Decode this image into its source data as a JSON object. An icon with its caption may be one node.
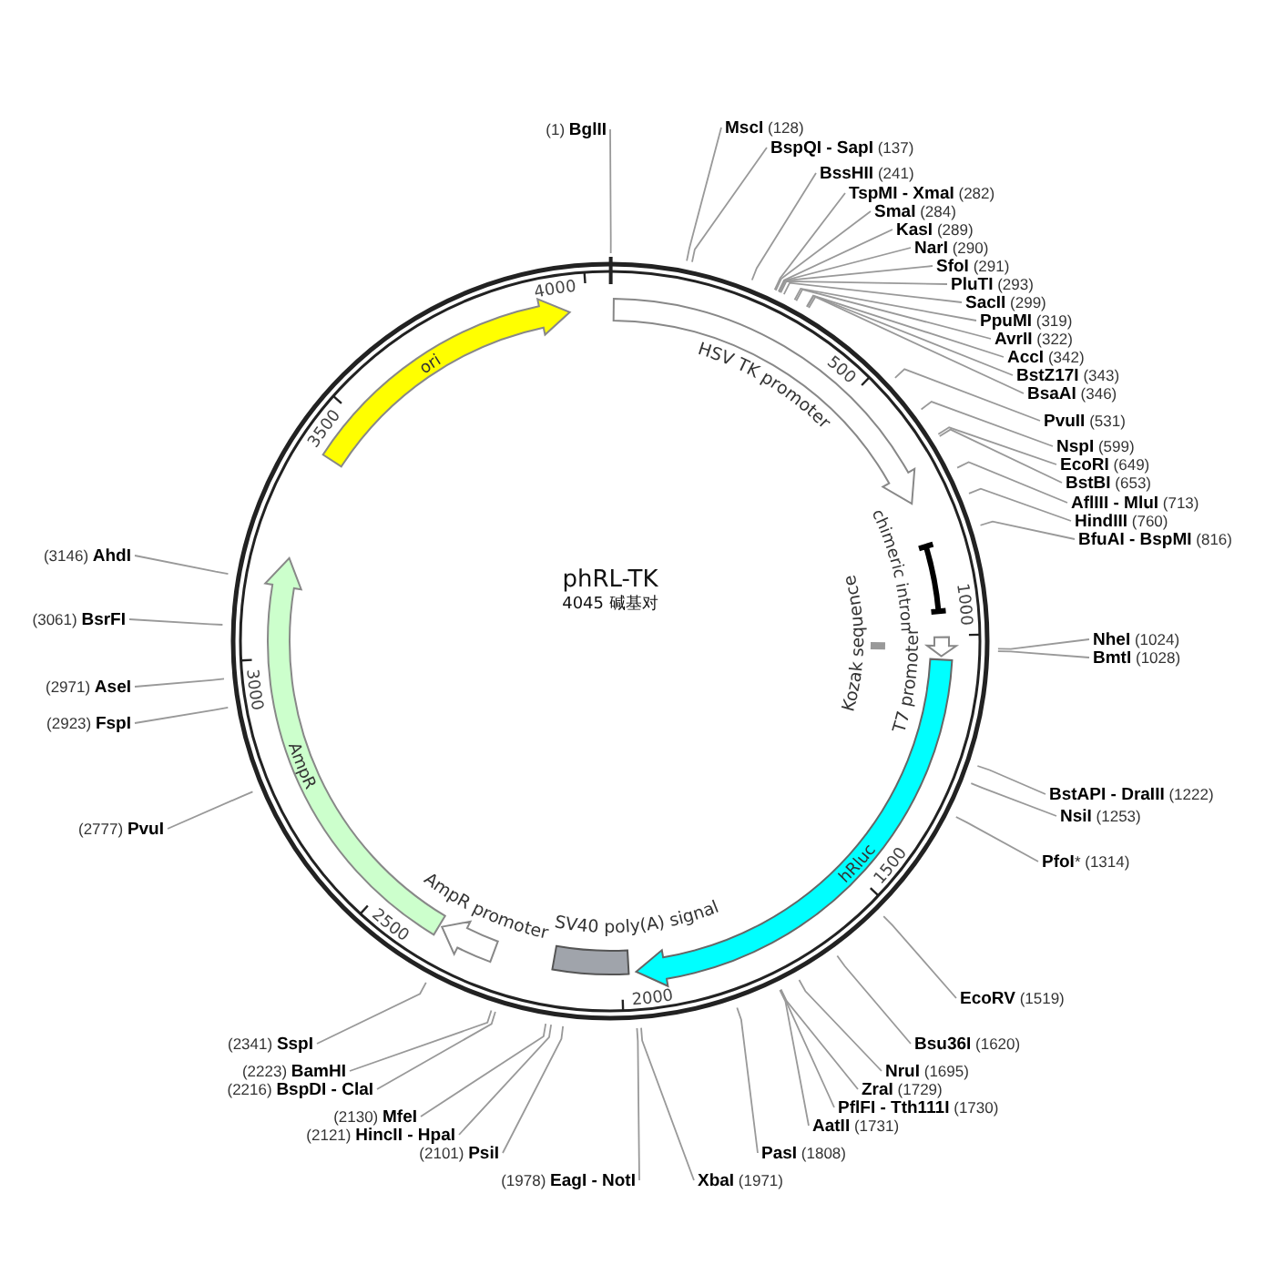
{
  "diagram": {
    "title": "phRL-TK",
    "nodes": [
      {
        "text": [
          "(1) **BglII**"
        ]
      },
      {
        "text": [
          "**MscI** (128)"
        ]
      },
      {
        "text": [
          "**BspQI - SapI** (137)"
        ]
      },
      {
        "text": [
          "**BssHII** (241)"
        ]
      },
      {
        "text": [
          "**TspMI - XmaI** (282)"
        ]
      },
      {
        "text": [
          "**SmaI** (284)"
        ]
      },
      {
        "text": [
          "**KasI** (289)"
        ]
      },
      {
        "text": [
          "**NarI** (290)"
        ]
      },
      {
        "text": [
          "**SfoI** (291)"
        ]
      },
      {
        "text": [
          "**PluTI** (293)"
        ]
      },
      {
        "text": [
          "**SacII** (299)"
        ]
      },
      {
        "text": [
          "**PpuMI** (319)"
        ]
      },
      {
        "text": [
          "**AvrII** (322)"
        ]
      },
      {
        "text": [
          "**AccI** (342)"
        ]
      },
      {
        "text": [
          "**BstZ17I** (343)"
        ]
      },
      {
        "text": [
          "**BsaAI** (346)"
        ]
      },
      {
        "text": [
          "**PvuII** (531)"
        ]
      },
      {
        "text": [
          "**NspI** (599)"
        ]
      },
      {
        "text": [
          "**EcoRI** (649)"
        ]
      },
      {
        "text": [
          "**BstBI** (653)"
        ]
      },
      {
        "text": [
          "**AflIII - MluI** (713)"
        ]
      },
      {
        "text": [
          "**HindIII** (760)"
        ]
      },
      {
        "text": [
          "**BfuAI - BspMI** (816)"
        ]
      },
      {
        "text": [
          "**NheI** (1024)"
        ]
      },
      {
        "text": [
          "**BmtI** (1028)"
        ]
      },
      {
        "text": [
          "**BstAPI - DraIII** (1222)"
        ]
      },
      {
        "text": [
          "**NsiI** (1253)"
        ]
      },
      {
        "text": [
          "**PfoI*** (1314)"
        ]
      },
      {
        "text": [
          "**EcoRV** (1519)"
        ]
      },
      {
        "text": [
          "**Bsu36I** (1620)"
        ]
      },
      {
        "text": [
          "**NruI** (1695)"
        ]
      },
      {
        "text": [
          "**ZraI** (1729)"
        ]
      },
      {
        "text": [
          "**PflFI - Tth111I** (1730)"
        ]
      },
      {
        "text": [
          "**AatII** (1731)"
        ]
      },
      {
        "text": [
          "**PasI** (1808)"
        ]
      },
      {
        "text": [
          "**XbaI** (1971)"
        ]
      },
      {
        "text": [
          "(1978) **EagI - NotI**"
        ]
      },
      {
        "text": [
          "(2101) **PsiI**"
        ]
      },
      {
        "text": [
          "(2121) **HincII - HpaI**"
        ]
      },
      {
        "text": [
          "(2130) **MfeI**"
        ]
      },
      {
        "text": [
          "(2216) **BspDI - ClaI**"
        ]
      },
      {
        "text": [
          "(2223) **BamHI**"
        ]
      },
      {
        "text": [
          "(2341) **SspI**"
        ]
      },
      {
        "text": [
          "(2777) **PvuI**"
        ]
      },
      {
        "text": [
          "(2923) **FspI**"
        ]
      },
      {
        "text": [
          "(2971) **AseI**"
        ]
      },
      {
        "text": [
          "(3061) **BsrFI**"
        ]
      },
      {
        "text": [
          "(3146) **AhdI**"
        ]
      },
      {
        "text": [
          "HSV TK promoter"
        ]
      },
      {
        "text": [
          "chimeric intron"
        ]
      },
      {
        "text": [
          "Kozak sequence"
        ]
      },
      {
        "text": [
          "T7 promoter"
        ]
      },
      {
        "text": [
          "hRluc"
        ]
      },
      {
        "text": [
          "SV40 poly(A) signal"
        ]
      },
      {
        "text": [
          "AmpR promoter"
        ]
      },
      {
        "text": [
          "AmpR"
        ]
      },
      {
        "text": [
          "ori"
        ]
      }
    ],
    "edges": [
      {
        "from": 0,
        "to": null,
        "arrow": "none"
      },
      {
        "from": 1,
        "to": null,
        "arrow": "none"
      },
      {
        "from": 2,
        "to": null,
        "arrow": "none"
      },
      {
        "from": 3,
        "to": null,
        "arrow": "none"
      },
      {
        "from": 4,
        "to": null,
        "arrow": "none"
      },
      {
        "from": 5,
        "to": null,
        "arrow": "none"
      },
      {
        "from": 6,
        "to": null,
        "arrow": "none"
      },
      {
        "from": 7,
        "to": null,
        "arrow": "none"
      },
      {
        "from": 8,
        "to": null,
        "arrow": "none"
      },
      {
        "from": 9,
        "to": null,
        "arrow": "none"
      },
      {
        "from": 10,
        "to": null,
        "arrow": "none"
      },
      {
        "from": 11,
        "to": null,
        "arrow": "none"
      },
      {
        "from": 12,
        "to": null,
        "arrow": "none"
      },
      {
        "from": 13,
        "to": null,
        "arrow": "none"
      },
      {
        "from": 14,
        "to": null,
        "arrow": "none"
      },
      {
        "from": 15,
        "to": null,
        "arrow": "none"
      },
      {
        "from": 16,
        "to": null,
        "arrow": "none"
      },
      {
        "from": 17,
        "to": null,
        "arrow": "none"
      },
      {
        "from": 18,
        "to": null,
        "arrow": "none"
      },
      {
        "from": 19,
        "to": null,
        "arrow": "none"
      },
      {
        "from": 20,
        "to": null,
        "arrow": "none"
      },
      {
        "from": 21,
        "to": null,
        "arrow": "none"
      },
      {
        "from": 22,
        "to": null,
        "arrow": "none"
      },
      {
        "from": 23,
        "to": null,
        "arrow": "none"
      },
      {
        "from": 24,
        "to": null,
        "arrow": "none"
      },
      {
        "from": 25,
        "to": null,
        "arrow": "none"
      },
      {
        "from": 26,
        "to": null,
        "arrow": "none"
      },
      {
        "from": 27,
        "to": null,
        "arrow": "none"
      },
      {
        "from": 28,
        "to": null,
        "arrow": "none"
      },
      {
        "from": 29,
        "to": null,
        "arrow": "none"
      },
      {
        "from": 30,
        "to": null,
        "arrow": "none"
      },
      {
        "from": 31,
        "to": null,
        "arrow": "none"
      },
      {
        "from": 32,
        "to": null,
        "arrow": "none"
      },
      {
        "from": 33,
        "to": null,
        "arrow": "none"
      },
      {
        "from": 34,
        "to": null,
        "arrow": "none"
      },
      {
        "from": 35,
        "to": null,
        "arrow": "none"
      },
      {
        "from": 36,
        "to": null,
        "arrow": "none"
      },
      {
        "from": 37,
        "to": null,
        "arrow": "none"
      },
      {
        "from": 38,
        "to": null,
        "arrow": "none"
      },
      {
        "from": 39,
        "to": null,
        "arrow": "none"
      },
      {
        "from": 40,
        "to": null,
        "arrow": "none"
      },
      {
        "from": 41,
        "to": null,
        "arrow": "none"
      },
      {
        "from": 42,
        "to": null,
        "arrow": "none"
      },
      {
        "from": 43,
        "to": null,
        "arrow": "none"
      },
      {
        "from": 44,
        "to": null,
        "arrow": "none"
      },
      {
        "from": 45,
        "to": null,
        "arrow": "none"
      },
      {
        "from": 46,
        "to": null,
        "arrow": "none"
      },
      {
        "from": 47,
        "to": null,
        "arrow": "none"
      }
    ],
    "labels": [
      "4045 碱基对",
      "500",
      "1000",
      "1500",
      "2000",
      "2500",
      "3000",
      "3500",
      "4000"
    ]
  }
}
